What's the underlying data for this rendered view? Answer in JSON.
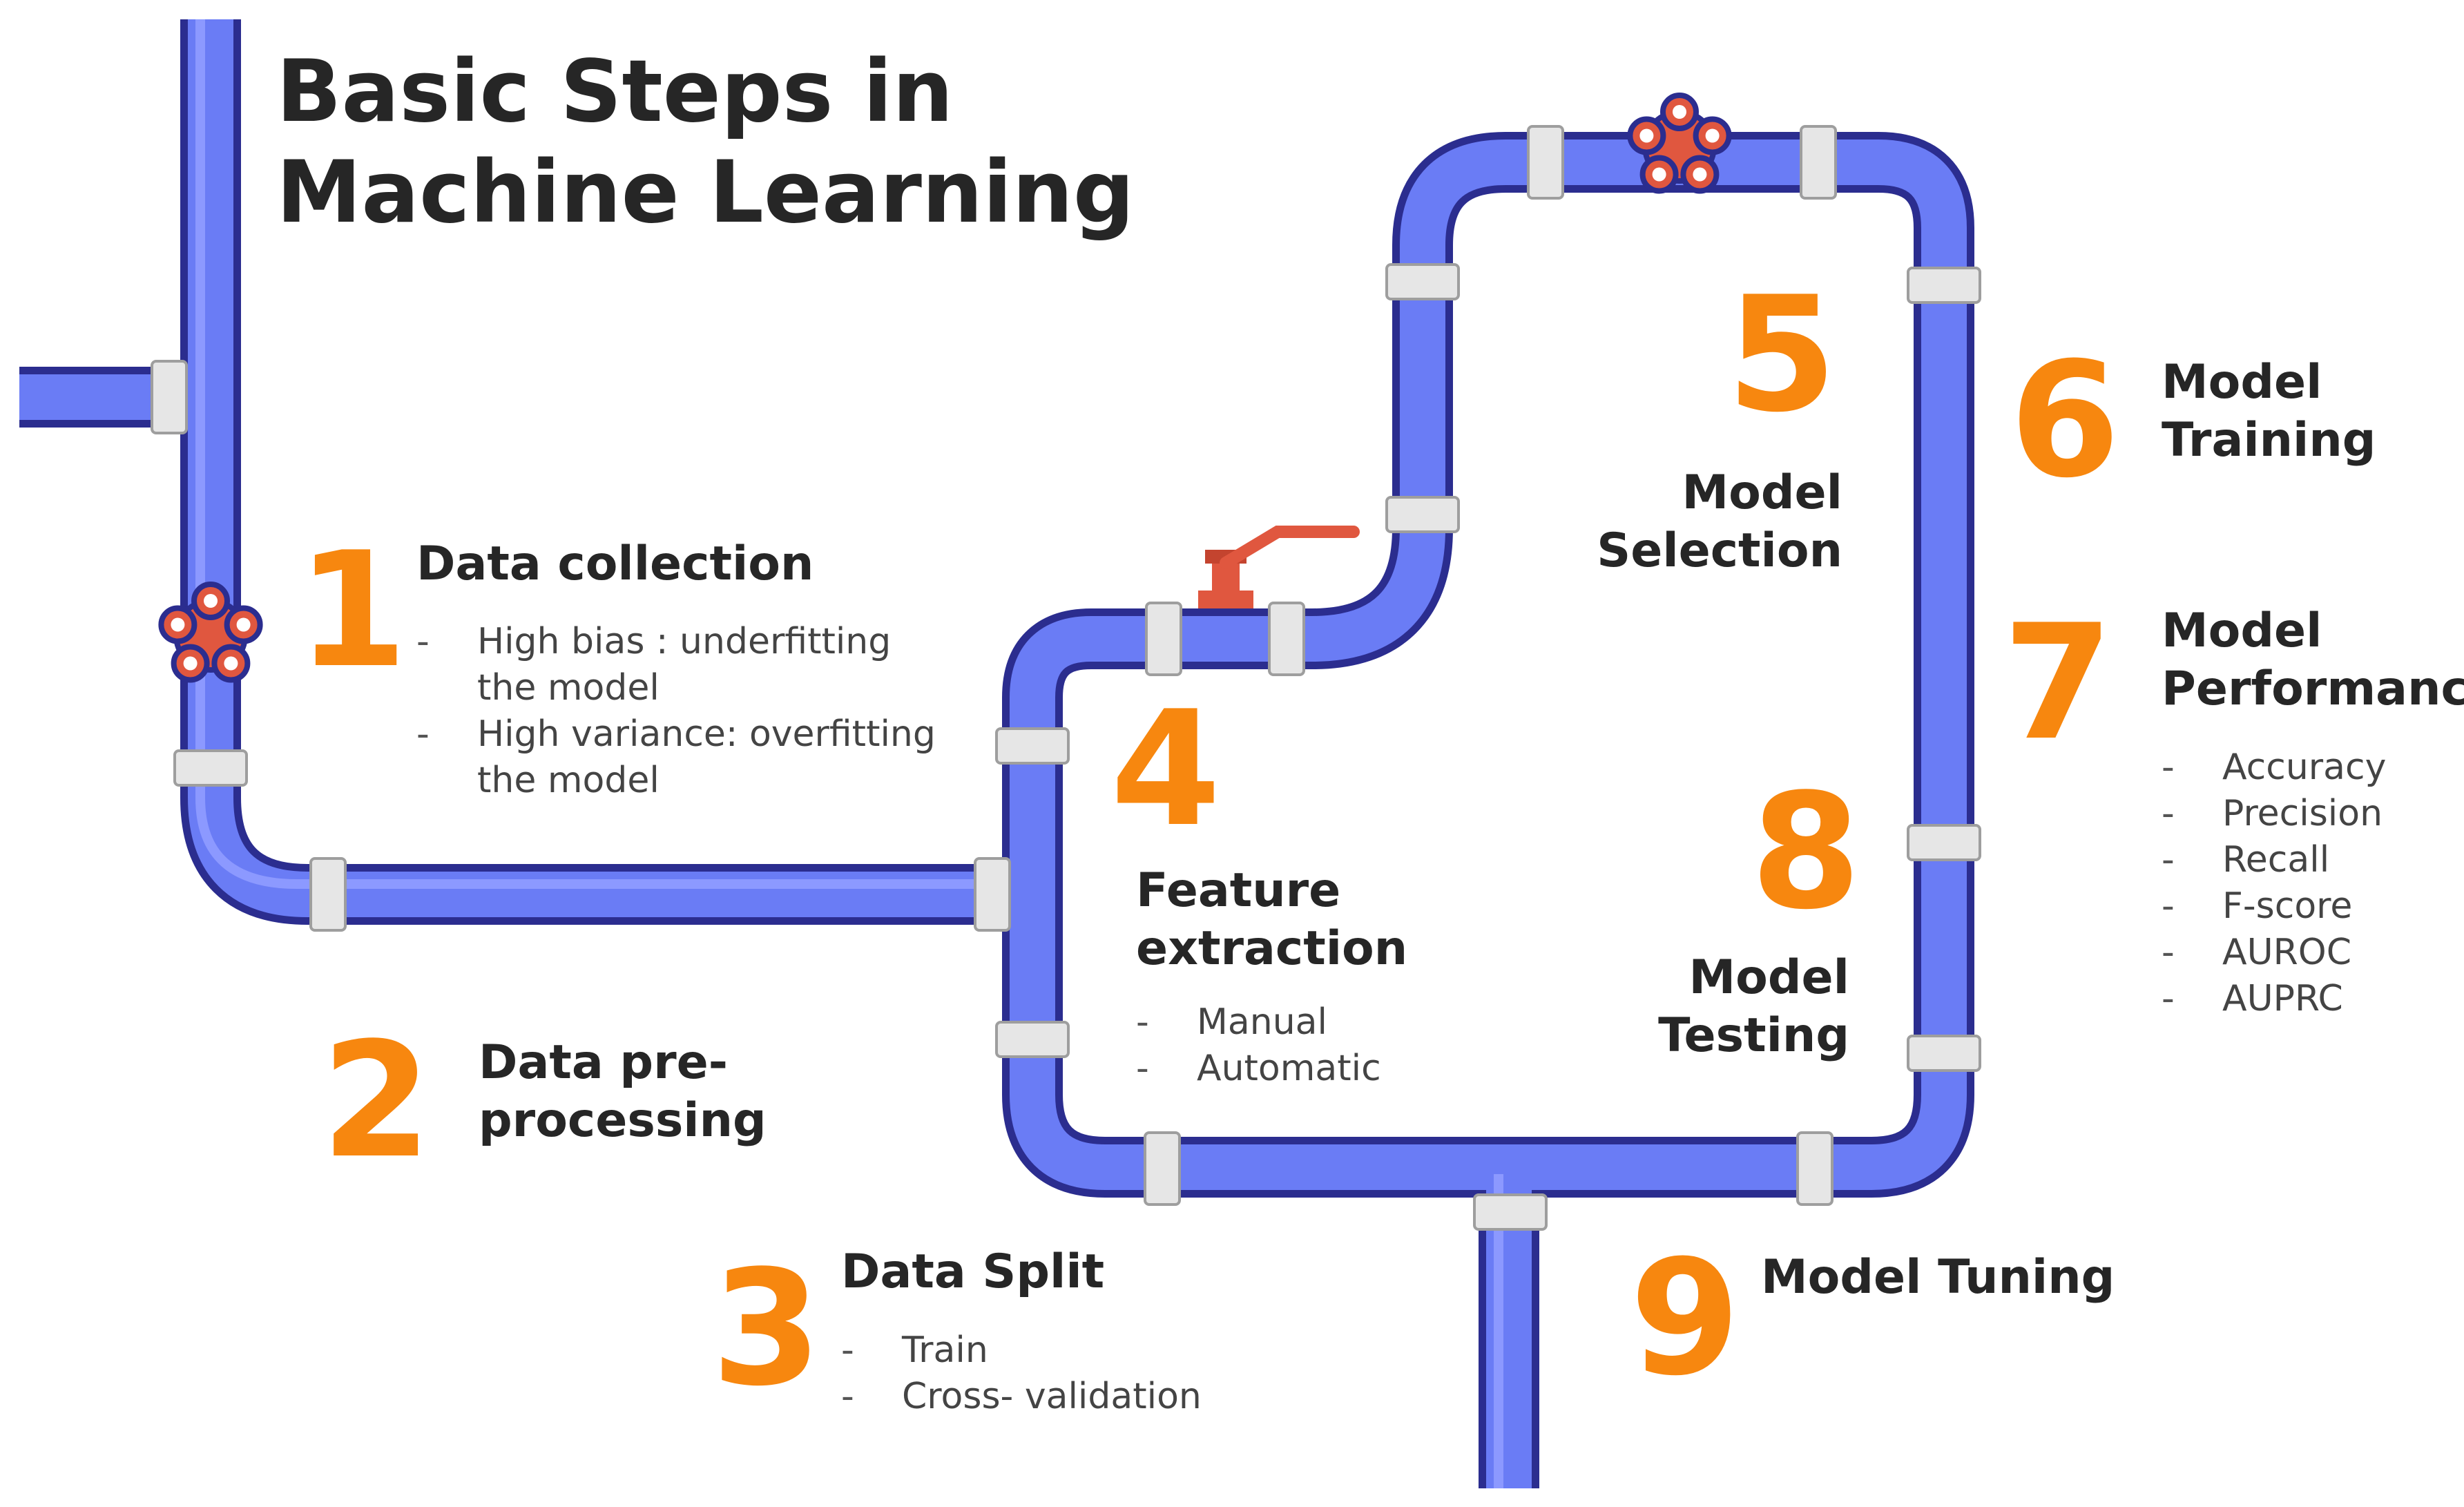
{
  "title_lines": [
    "Basic Steps in",
    "Machine Learning"
  ],
  "colors": {
    "pipe_main": "#6a7cf5",
    "pipe_dark": "#3d3fb3",
    "pipe_outline": "#2b2d8f",
    "coupling": "#e6e6e6",
    "valve": "#e0573f",
    "number": "#f7870f",
    "text": "#262626"
  },
  "steps": [
    {
      "number": "1",
      "lines": [
        "Data collection"
      ],
      "bullets": [
        "High bias : underfitting the model",
        "High variance: overfitting the model"
      ]
    },
    {
      "number": "2",
      "lines": [
        "Data pre-",
        "processing"
      ],
      "bullets": []
    },
    {
      "number": "3",
      "lines": [
        "Data Split"
      ],
      "bullets": [
        "Train",
        "Cross- validation"
      ]
    },
    {
      "number": "4",
      "lines": [
        "Feature",
        "extraction"
      ],
      "bullets": [
        "Manual",
        "Automatic"
      ]
    },
    {
      "number": "5",
      "lines": [
        "Model",
        "Selection"
      ],
      "bullets": []
    },
    {
      "number": "6",
      "lines": [
        "Model",
        "Training"
      ],
      "bullets": []
    },
    {
      "number": "7",
      "lines": [
        "Model",
        "Performance"
      ],
      "bullets": [
        "Accuracy",
        "Precision",
        "Recall",
        "F-score",
        "AUROC",
        "AUPRC"
      ]
    },
    {
      "number": "8",
      "lines": [
        "Model",
        "Testing"
      ],
      "bullets": []
    },
    {
      "number": "9",
      "lines": [
        "Model Tuning"
      ],
      "bullets": []
    }
  ]
}
